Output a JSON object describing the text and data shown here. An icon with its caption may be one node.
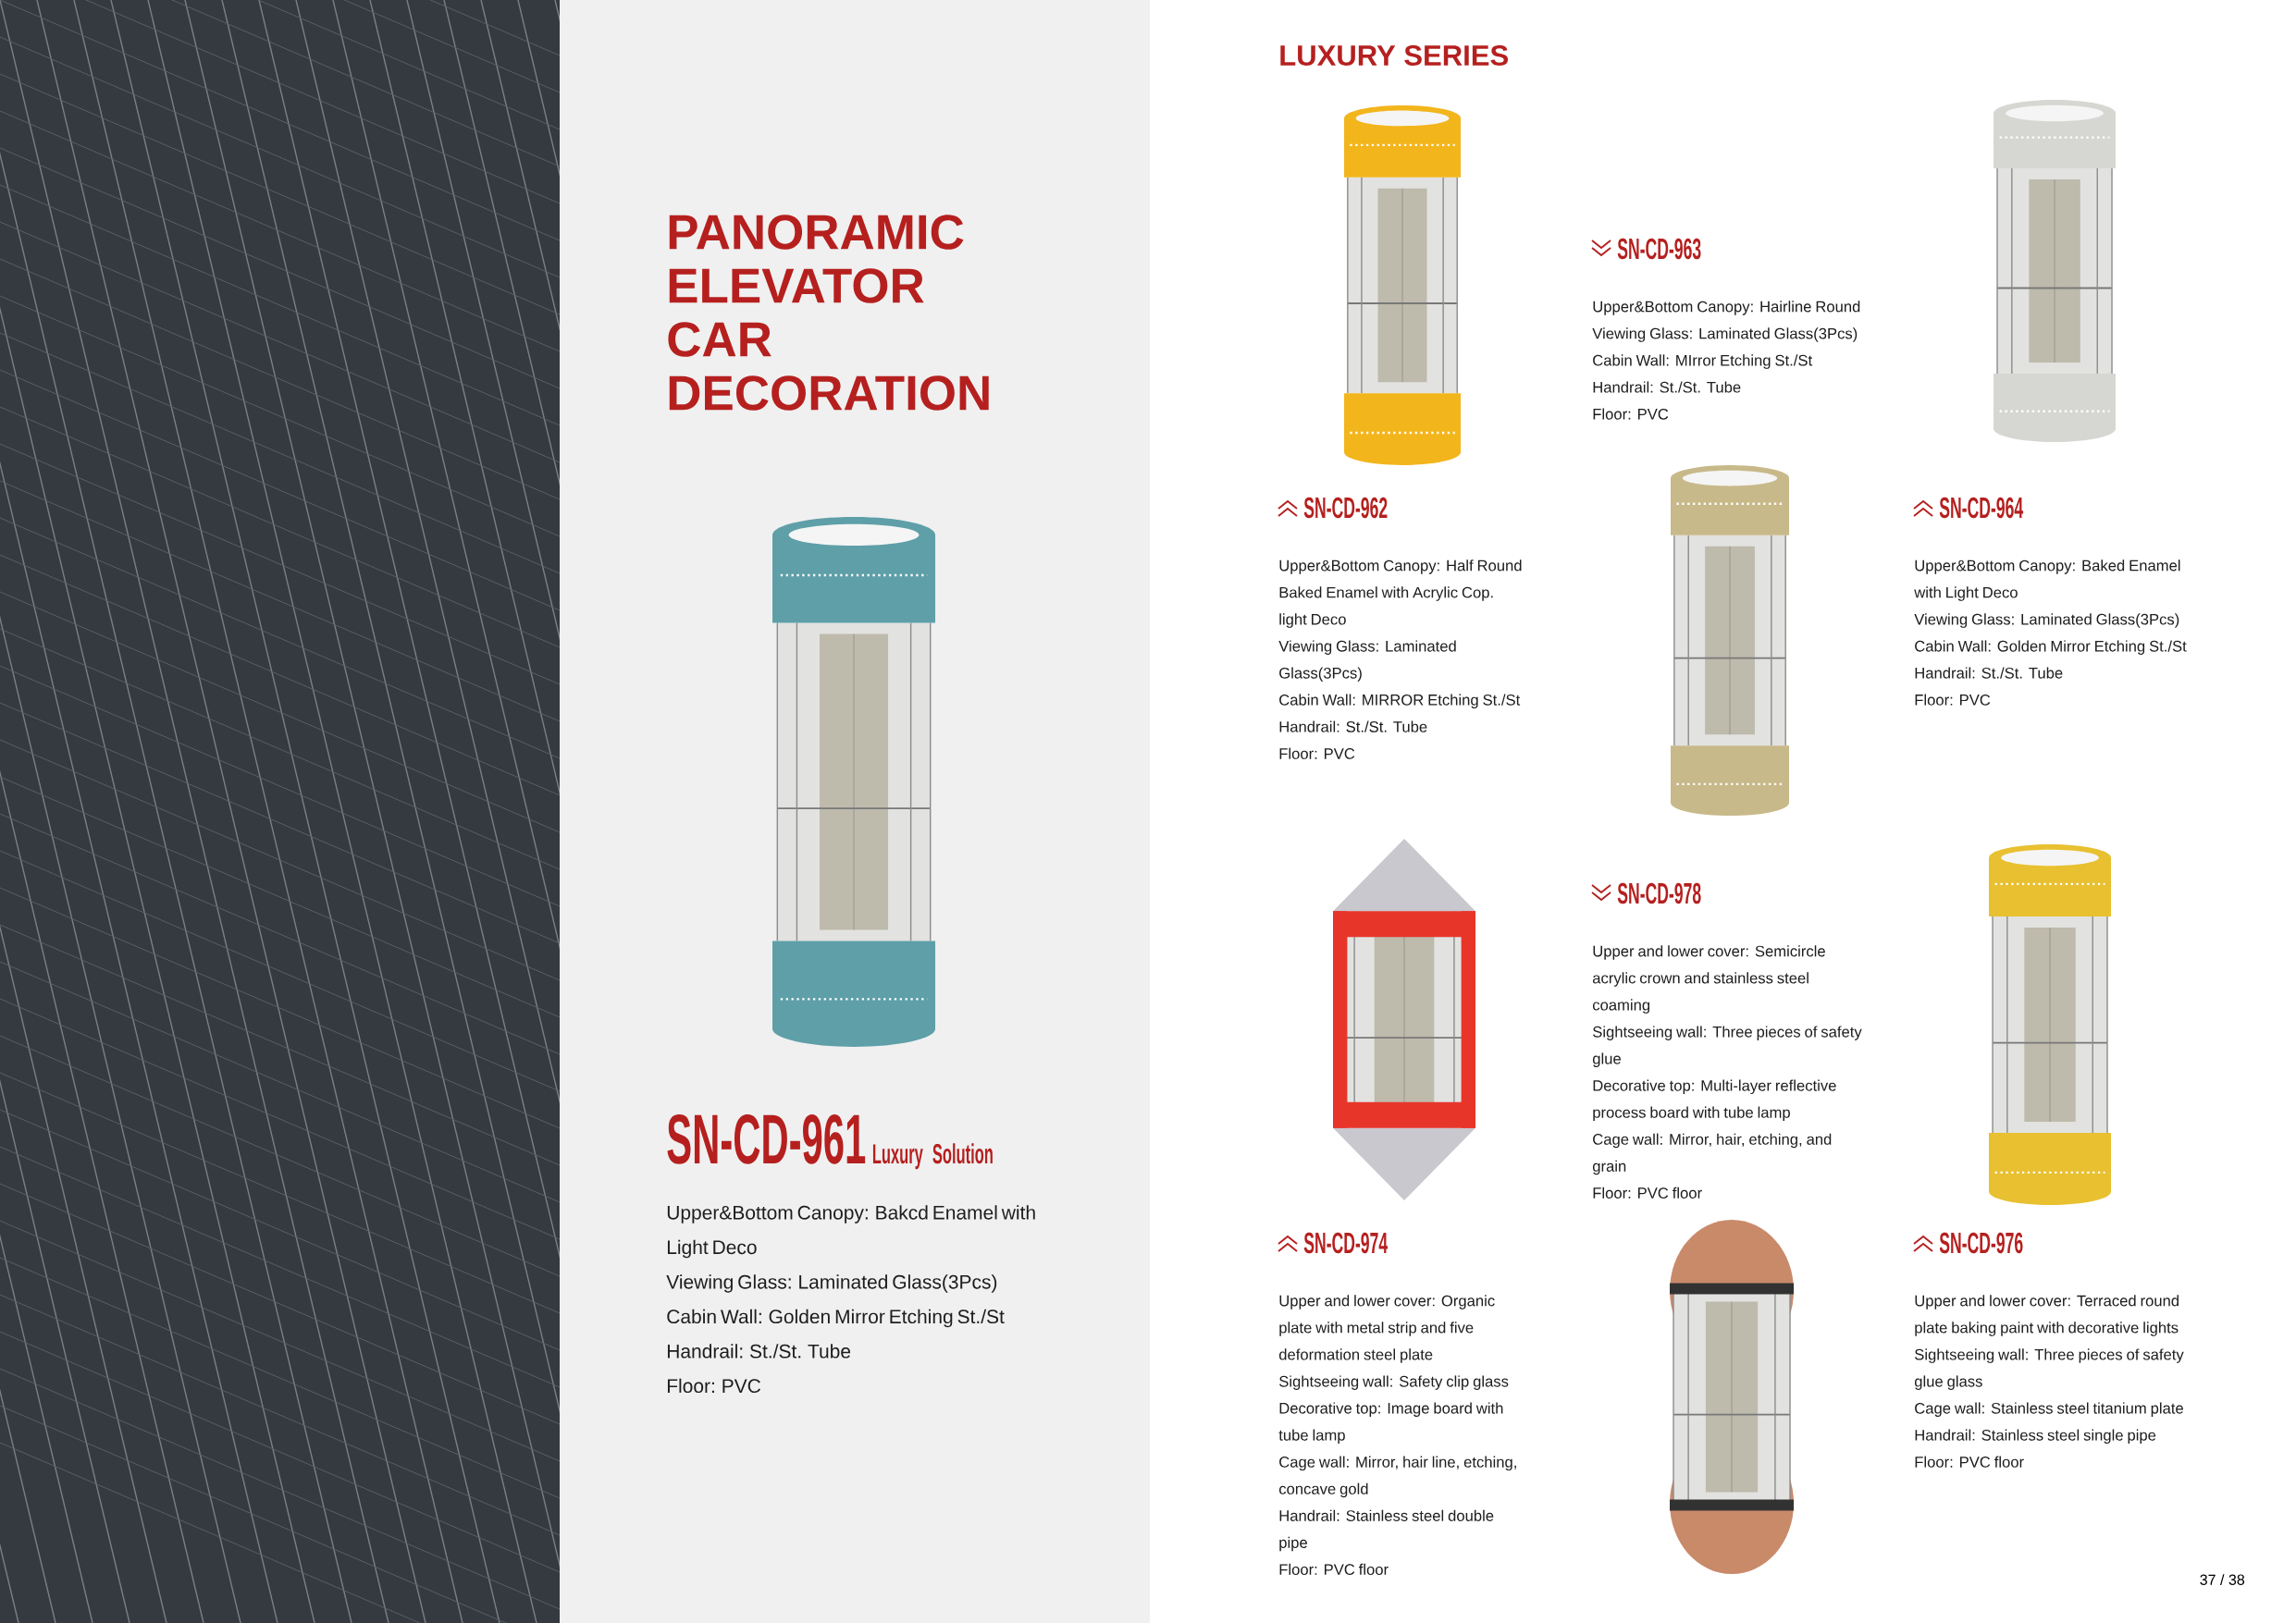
{
  "diagram": {
    "title": "PANORAMIC ELEVATOR CAR DECORATION",
    "labels": [
      "SN-CD-961",
      "Luxury Solution",
      "Upper&Bottom Canopy: Bakcd Enamel with Light Deco",
      "Viewing Glass: Laminated Glass(3Pcs)",
      "Cabin Wall: Golden Mirror Etching St./St",
      "Handrail: St./St. Tube",
      "Floor: PVC",
      "LUXURY SERIES",
      "SN-CD-963",
      "Upper&Bottom Canopy: Hairline Round",
      "Viewing Glass: Laminated Glass(3Pcs)",
      "Cabin Wall: MIrror Etching St./St",
      "Handrail: St./St. Tube",
      "Floor: PVC",
      "SN-CD-962",
      "Upper&Bottom Canopy: Half Round Baked Enamel with Acrylic Cop. light Deco",
      "Viewing Glass: Laminated Glass(3Pcs)",
      "Cabin Wall: MIRROR Etching St./St",
      "Handrail: St./St. Tube",
      "Floor: PVC",
      "SN-CD-964",
      "Upper&Bottom Canopy: Baked Enamel with Light Deco",
      "Viewing Glass: Laminated Glass(3Pcs)",
      "Cabin Wall: Golden Mirror Etching St./St",
      "Handrail: St./St. Tube",
      "Floor: PVC",
      "SN-CD-978",
      "Upper and lower cover: Semicircle acrylic crown and stainless steel coaming",
      "Sightseeing wall: Three pieces of safety glue",
      "Decorative top: Multi-layer reflective process board with tube lamp",
      "Cage wall: Mirror, hair, etching, and grain",
      "Floor: PVC floor",
      "SN-CD-974",
      "Upper and lower cover: Organic plate with metal strip and five deformation steel plate",
      "Sightseeing wall: Safety clip glass",
      "Decorative top: Image board with tube lamp",
      "Cage wall: Mirror, hair line, etching, concave gold",
      "Handrail: Stainless steel double pipe",
      "Floor: PVC floor",
      "SN-CD-976",
      "Upper and lower cover: Terraced round plate baking paint with decorative lights",
      "Sightseeing wall: Three pieces of safety glue glass",
      "Cage wall: Stainless steel titanium plate",
      "Handrail: Stainless steel single pipe",
      "Floor: PVC floor",
      "37 / 38"
    ]
  }
}
